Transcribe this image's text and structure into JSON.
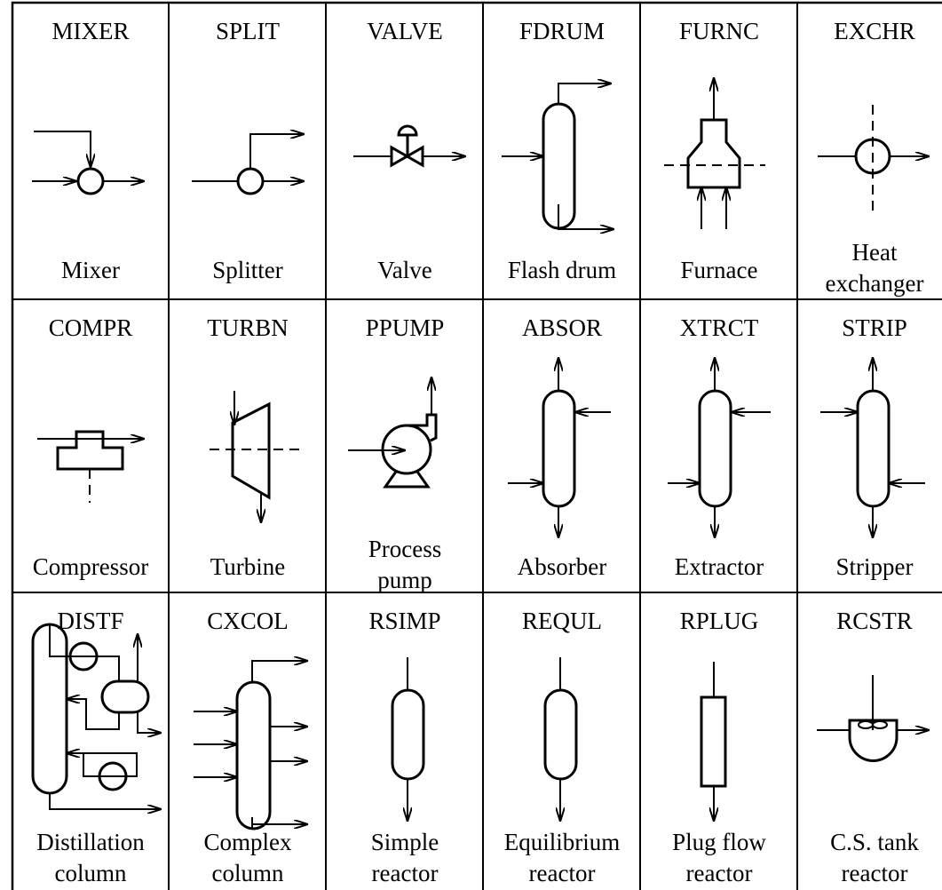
{
  "cells": [
    {
      "code": "MIXER",
      "label": [
        "Mixer"
      ],
      "icon": "mixer-symbol"
    },
    {
      "code": "SPLIT",
      "label": [
        "Splitter"
      ],
      "icon": "splitter-symbol"
    },
    {
      "code": "VALVE",
      "label": [
        "Valve"
      ],
      "icon": "valve-symbol"
    },
    {
      "code": "FDRUM",
      "label": [
        "Flash drum"
      ],
      "icon": "flash-drum-symbol"
    },
    {
      "code": "FURNC",
      "label": [
        "Furnace"
      ],
      "icon": "furnace-symbol"
    },
    {
      "code": "EXCHR",
      "label": [
        "Heat",
        "exchanger"
      ],
      "icon": "heat-exchanger-symbol"
    },
    {
      "code": "COMPR",
      "label": [
        "Compressor"
      ],
      "icon": "compressor-symbol"
    },
    {
      "code": "TURBN",
      "label": [
        "Turbine"
      ],
      "icon": "turbine-symbol"
    },
    {
      "code": "PPUMP",
      "label": [
        "Process",
        "pump"
      ],
      "icon": "process-pump-symbol"
    },
    {
      "code": "ABSOR",
      "label": [
        "Absorber"
      ],
      "icon": "absorber-symbol"
    },
    {
      "code": "XTRCT",
      "label": [
        "Extractor"
      ],
      "icon": "extractor-symbol"
    },
    {
      "code": "STRIP",
      "label": [
        "Stripper"
      ],
      "icon": "stripper-symbol"
    },
    {
      "code": "DISTF",
      "label": [
        "Distillation",
        "column"
      ],
      "icon": "distillation-column-symbol"
    },
    {
      "code": "CXCOL",
      "label": [
        "Complex",
        "column"
      ],
      "icon": "complex-column-symbol"
    },
    {
      "code": "RSIMP",
      "label": [
        "Simple",
        "reactor"
      ],
      "icon": "simple-reactor-symbol"
    },
    {
      "code": "REQUL",
      "label": [
        "Equilibrium",
        "reactor"
      ],
      "icon": "equilibrium-reactor-symbol"
    },
    {
      "code": "RPLUG",
      "label": [
        "Plug flow",
        "reactor"
      ],
      "icon": "plug-flow-reactor-symbol"
    },
    {
      "code": "RCSTR",
      "label": [
        "C.S. tank",
        "reactor"
      ],
      "icon": "cstr-symbol"
    }
  ]
}
